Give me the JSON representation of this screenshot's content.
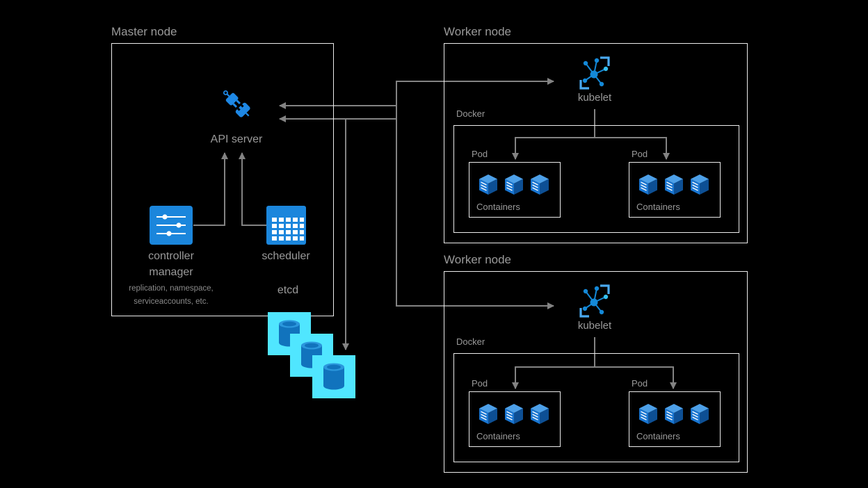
{
  "colors": {
    "background": "#000000",
    "box_border": "#ececec",
    "connector": "#838383",
    "label_text": "#9a9a9a",
    "icon_blue": "#1b86dc",
    "icon_cyan": "#50e6ff"
  },
  "icons": {
    "api_server": "plug-icon",
    "controller_manager": "sliders-icon",
    "scheduler": "calendar-grid-icon",
    "etcd": "database-cylinder-icon",
    "kubelet": "node-graph-icon",
    "container": "cube-icon"
  },
  "master_node": {
    "title": "Master node",
    "api_server_label": "API server",
    "controller_manager_label": "controller manager",
    "controller_manager_note": "replication, namespace, serviceaccounts, etc.",
    "scheduler_label": "scheduler",
    "etcd_label": "etcd"
  },
  "worker_node_1": {
    "title": "Worker node",
    "kubelet_label": "kubelet",
    "docker_label": "Docker",
    "pod_1": {
      "label": "Pod",
      "containers_label": "Containers"
    },
    "pod_2": {
      "label": "Pod",
      "containers_label": "Containers"
    }
  },
  "worker_node_2": {
    "title": "Worker node",
    "kubelet_label": "kubelet",
    "docker_label": "Docker",
    "pod_1": {
      "label": "Pod",
      "containers_label": "Containers"
    },
    "pod_2": {
      "label": "Pod",
      "containers_label": "Containers"
    }
  }
}
